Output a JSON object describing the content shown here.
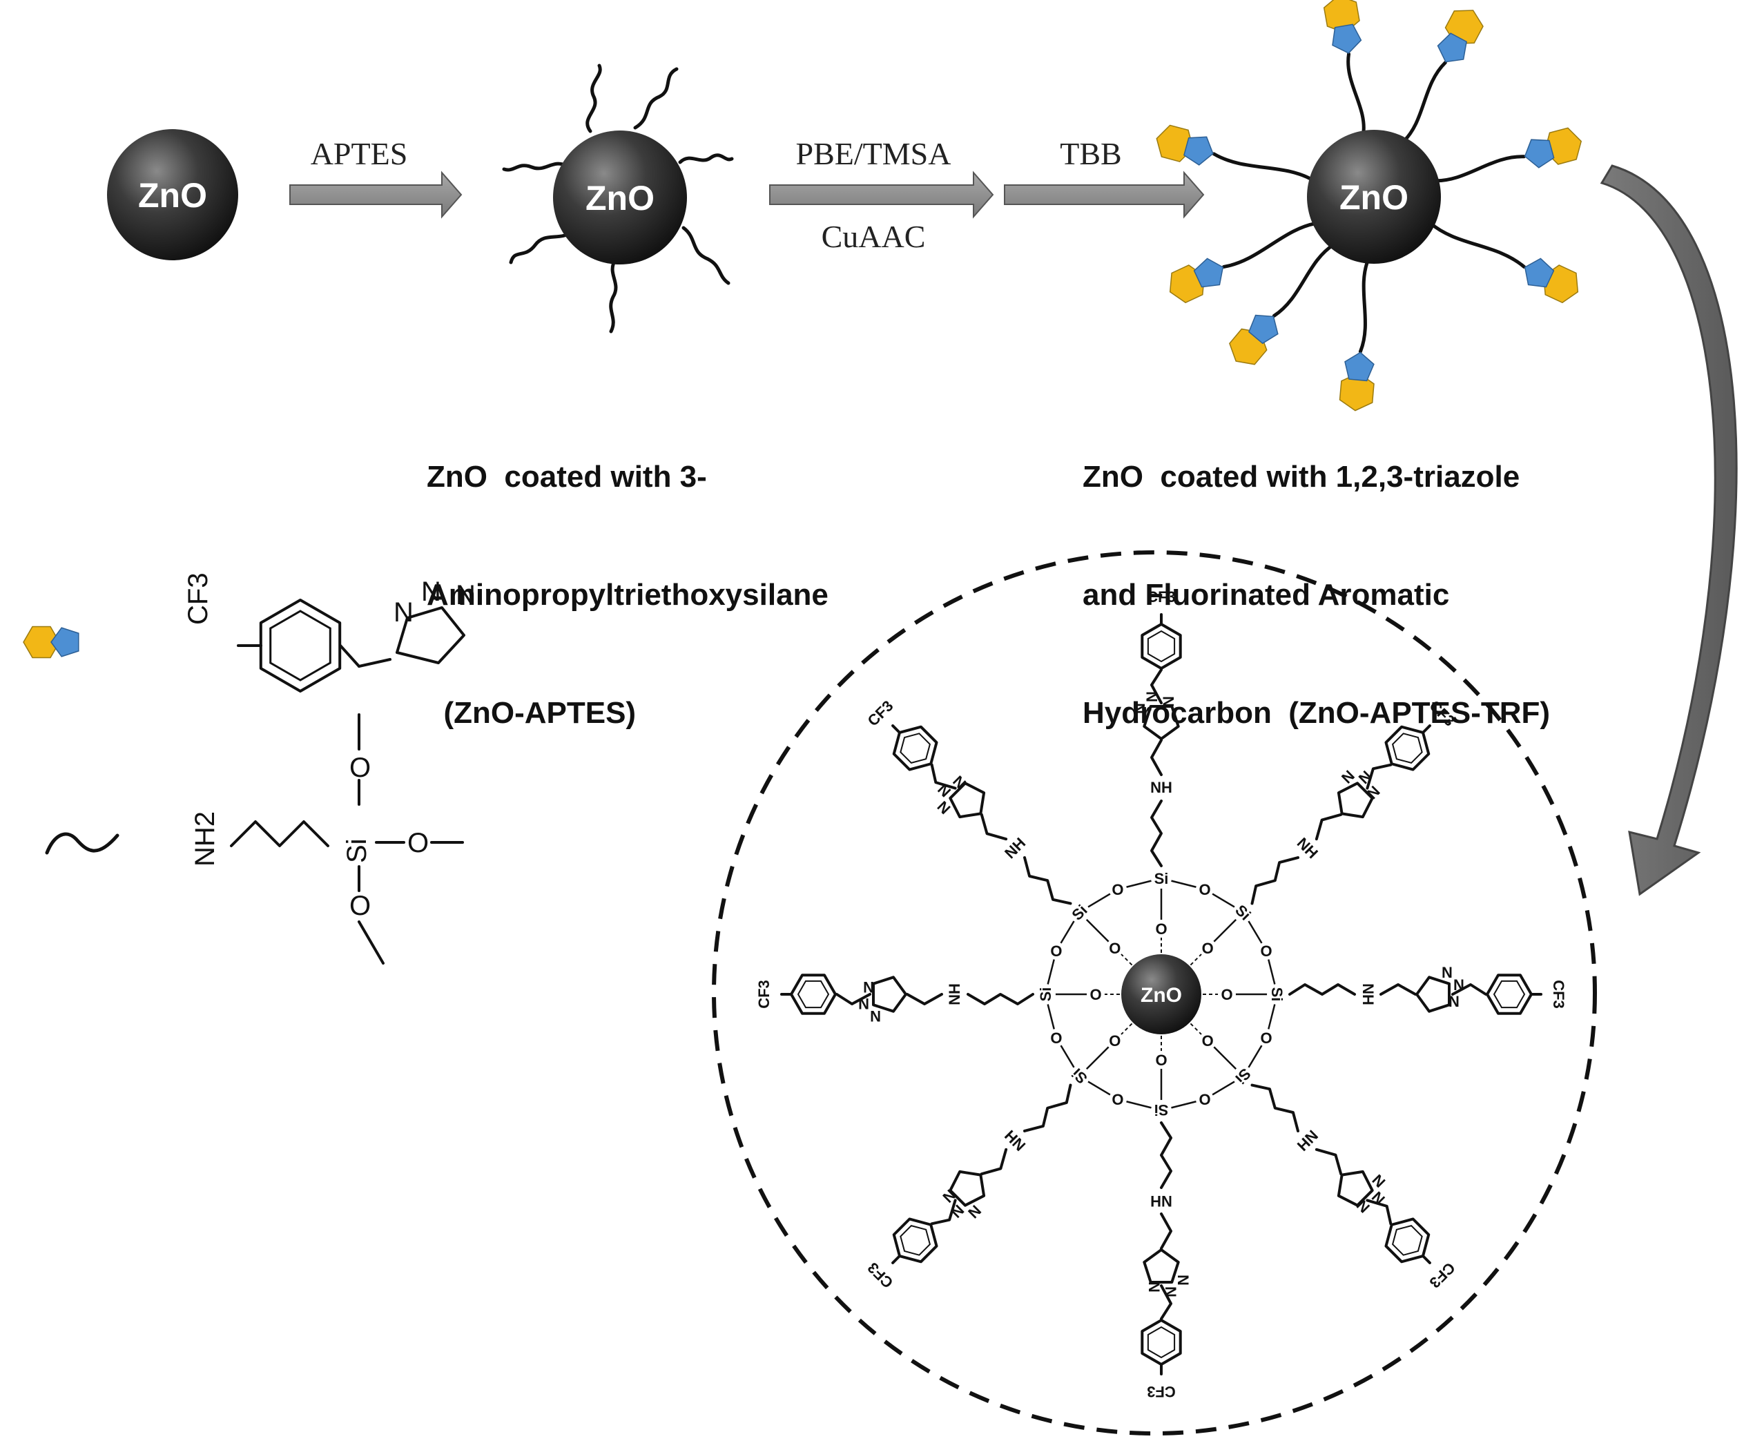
{
  "scheme": {
    "nanoparticle_label": "ZnO",
    "steps": [
      {
        "above": "APTES",
        "below": ""
      },
      {
        "above": "PBE/TMSA",
        "below": "CuAAC"
      },
      {
        "above": "TBB",
        "below": ""
      }
    ],
    "caption_aptes": [
      "ZnO  coated with 3-",
      "Aminopropyltriethoxysilane",
      "  (ZnO-APTES)"
    ],
    "caption_trf": [
      "ZnO  coated with 1,2,3-triazole",
      "and Fluorinated Aromatic",
      "Hydrocarbon  (ZnO-APTES-TRF)"
    ]
  },
  "legend": {
    "triazole_group": {
      "substituent": "CF3",
      "atoms": [
        "N",
        "N",
        "N"
      ]
    },
    "silane": {
      "amine": "NH2",
      "silicon": "Si",
      "oxygens": [
        "O",
        "O",
        "O"
      ]
    }
  },
  "structure": {
    "core": "ZnO",
    "silicon": "Si",
    "oxygen": "O",
    "amine": "NH",
    "substituent": "CF3",
    "triazole_n": "N"
  },
  "colors": {
    "hexagon": "#f2b716",
    "pentagon": "#4d8fd3",
    "nanoparticle": "#3a3a3a",
    "arrow": "#8c8c8c"
  }
}
